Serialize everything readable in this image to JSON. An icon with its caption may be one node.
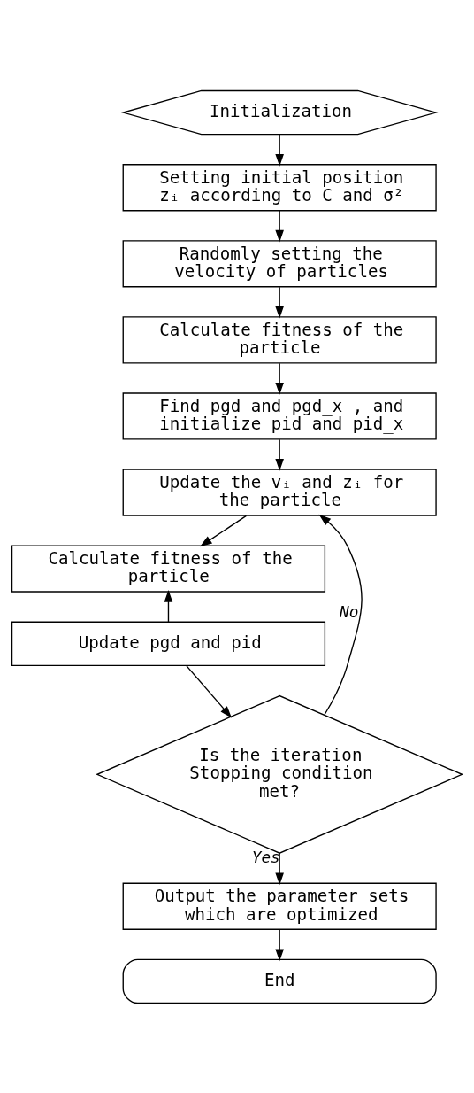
{
  "diagram": {
    "nodes": [
      {
        "text": [
          "Initialization"
        ]
      },
      {
        "text": [
          "Setting initial position zᵢ according to C and σ²"
        ]
      },
      {
        "text": [
          "Randomly setting the velocity of particles"
        ]
      },
      {
        "text": [
          "Calculate fitness of the particle"
        ]
      },
      {
        "text": [
          "Find pgd and pgd_x , and initialize pid and pid_x"
        ]
      },
      {
        "text": [
          "Update the vᵢ and zᵢ for the particle"
        ]
      },
      {
        "text": [
          "Calculate fitness of the particle"
        ]
      },
      {
        "text": [
          "Update pgd and pid"
        ]
      },
      {
        "text": [
          "Is the iteration Stopping condition met?"
        ]
      },
      {
        "text": [
          "Output the parameter sets which are optimized"
        ]
      },
      {
        "text": [
          "End"
        ]
      }
    ],
    "edges": [
      {
        "from": 0,
        "to": 1,
        "arrow": "to"
      },
      {
        "from": 1,
        "to": 2,
        "arrow": "to"
      },
      {
        "from": 2,
        "to": 3,
        "arrow": "to"
      },
      {
        "from": 3,
        "to": 4,
        "arrow": "to"
      },
      {
        "from": 4,
        "to": 5,
        "arrow": "to"
      },
      {
        "from": 5,
        "to": 6,
        "arrow": "to"
      },
      {
        "from": 7,
        "to": 6,
        "arrow": "to"
      },
      {
        "from": 7,
        "to": 8,
        "arrow": "to"
      },
      {
        "from": 8,
        "to": 5,
        "arrow": "to",
        "label": "No"
      },
      {
        "from": 8,
        "to": 9,
        "arrow": "to",
        "label": "Yes"
      },
      {
        "from": 9,
        "to": 10,
        "arrow": "to"
      }
    ]
  }
}
